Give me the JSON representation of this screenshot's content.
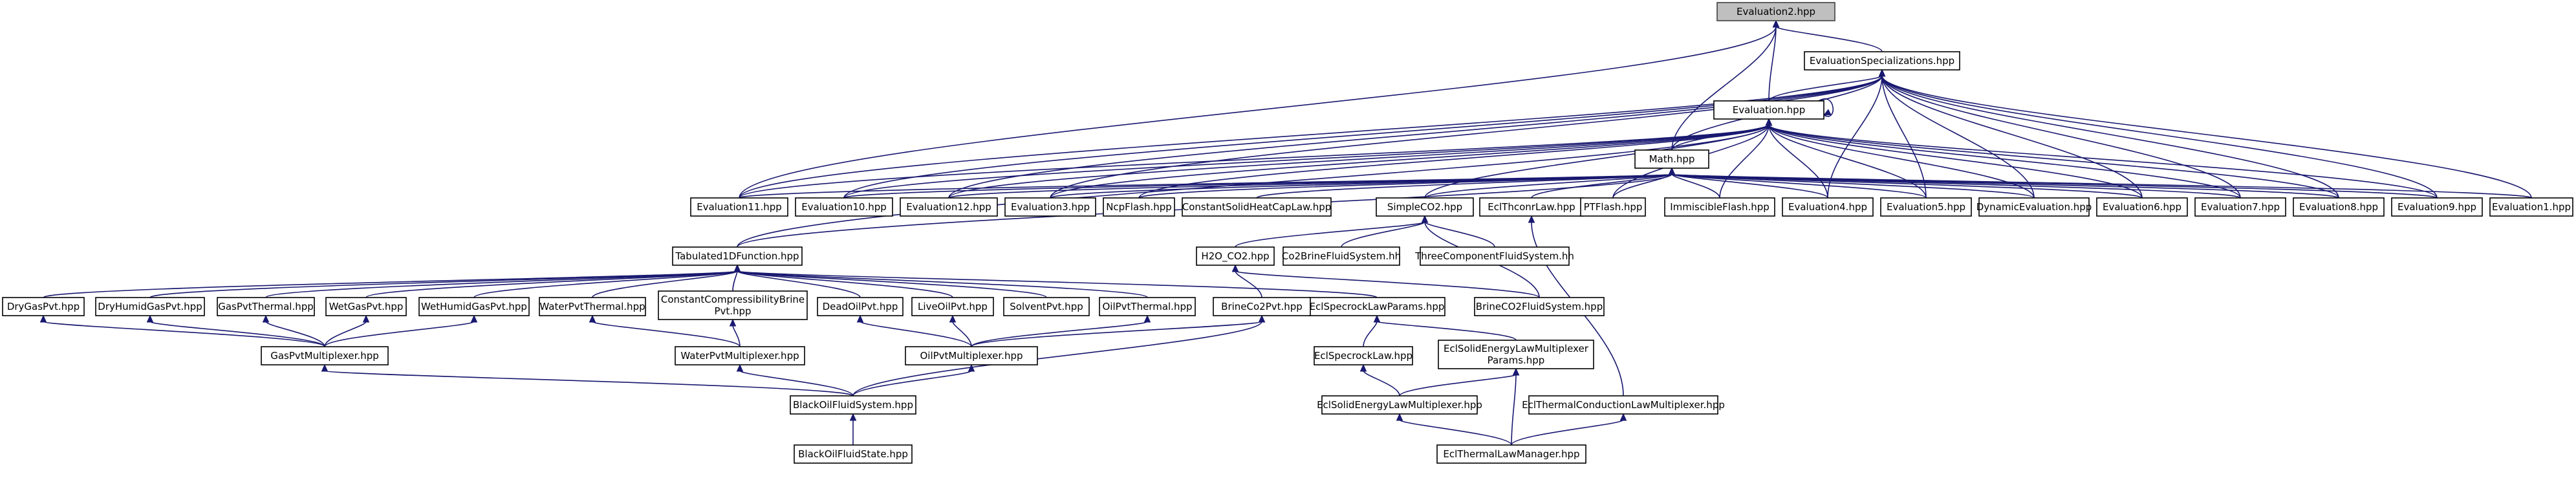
{
  "graph": {
    "type": "include-dependency-graph",
    "nodes": [
      {
        "id": "evaluation2",
        "label": "Evaluation2.hpp",
        "current": true
      },
      {
        "id": "evalspec",
        "label": "EvaluationSpecializations.hpp"
      },
      {
        "id": "evaluation",
        "label": "Evaluation.hpp"
      },
      {
        "id": "math",
        "label": "Math.hpp"
      },
      {
        "id": "evaluation11",
        "label": "Evaluation11.hpp"
      },
      {
        "id": "evaluation10",
        "label": "Evaluation10.hpp"
      },
      {
        "id": "evaluation12",
        "label": "Evaluation12.hpp"
      },
      {
        "id": "evaluation3",
        "label": "Evaluation3.hpp"
      },
      {
        "id": "ncpflash",
        "label": "NcpFlash.hpp"
      },
      {
        "id": "constsolidheat",
        "label": "ConstantSolidHeatCapLaw.hpp"
      },
      {
        "id": "simpleco2",
        "label": "SimpleCO2.hpp"
      },
      {
        "id": "eclthconr",
        "label": "EclThconrLaw.hpp"
      },
      {
        "id": "ptflash",
        "label": "PTFlash.hpp"
      },
      {
        "id": "immiscibleflash",
        "label": "ImmiscibleFlash.hpp"
      },
      {
        "id": "evaluation4",
        "label": "Evaluation4.hpp"
      },
      {
        "id": "evaluation5",
        "label": "Evaluation5.hpp"
      },
      {
        "id": "dynamiceval",
        "label": "DynamicEvaluation.hpp"
      },
      {
        "id": "evaluation6",
        "label": "Evaluation6.hpp"
      },
      {
        "id": "evaluation7",
        "label": "Evaluation7.hpp"
      },
      {
        "id": "evaluation8",
        "label": "Evaluation8.hpp"
      },
      {
        "id": "evaluation9",
        "label": "Evaluation9.hpp"
      },
      {
        "id": "evaluation1",
        "label": "Evaluation1.hpp"
      },
      {
        "id": "tabulated1d",
        "label": "Tabulated1DFunction.hpp"
      },
      {
        "id": "h2oco2",
        "label": "H2O_CO2.hpp"
      },
      {
        "id": "co2brinefs",
        "label": "Co2BrineFluidSystem.hh"
      },
      {
        "id": "threecompfs",
        "label": "ThreeComponentFluidSystem.hh"
      },
      {
        "id": "dryhumidgaspvt",
        "label": "DryHumidGasPvt.hpp"
      },
      {
        "id": "drygaspvt",
        "label": "DryGasPvt.hpp"
      },
      {
        "id": "gaspvtthermal",
        "label": "GasPvtThermal.hpp"
      },
      {
        "id": "wetgaspvt",
        "label": "WetGasPvt.hpp"
      },
      {
        "id": "wethumidgaspvt",
        "label": "WetHumidGasPvt.hpp"
      },
      {
        "id": "waterpvtthermal",
        "label": "WaterPvtThermal.hpp"
      },
      {
        "id": "constcompbrine",
        "label": "ConstantCompressibilityBrine",
        "label2": "Pvt.hpp"
      },
      {
        "id": "deadoilpvt",
        "label": "DeadOilPvt.hpp"
      },
      {
        "id": "liveoilpvt",
        "label": "LiveOilPvt.hpp"
      },
      {
        "id": "solventpvt",
        "label": "SolventPvt.hpp"
      },
      {
        "id": "oilpvtthermal",
        "label": "OilPvtThermal.hpp"
      },
      {
        "id": "eclspecrockparams",
        "label": "EclSpecrockLawParams.hpp"
      },
      {
        "id": "brineco2fs",
        "label": "BrineCO2FluidSystem.hpp"
      },
      {
        "id": "brineco2pvt",
        "label": "BrineCo2Pvt.hpp"
      },
      {
        "id": "gaspvtmux",
        "label": "GasPvtMultiplexer.hpp"
      },
      {
        "id": "waterpvtmux",
        "label": "WaterPvtMultiplexer.hpp"
      },
      {
        "id": "oilpvtmux",
        "label": "OilPvtMultiplexer.hpp"
      },
      {
        "id": "eclspecrock",
        "label": "EclSpecrockLaw.hpp"
      },
      {
        "id": "eclsolidmuxparams",
        "label": "EclSolidEnergyLawMultiplexer",
        "label2": "Params.hpp"
      },
      {
        "id": "blackoilfs",
        "label": "BlackOilFluidSystem.hpp"
      },
      {
        "id": "eclsolidmux",
        "label": "EclSolidEnergyLawMultiplexer.hpp"
      },
      {
        "id": "eclthermalcondmux",
        "label": "EclThermalConductionLawMultiplexer.hpp"
      },
      {
        "id": "blackoilstate",
        "label": "BlackOilFluidState.hpp"
      },
      {
        "id": "eclthermalmgr",
        "label": "EclThermalLawManager.hpp"
      }
    ]
  }
}
